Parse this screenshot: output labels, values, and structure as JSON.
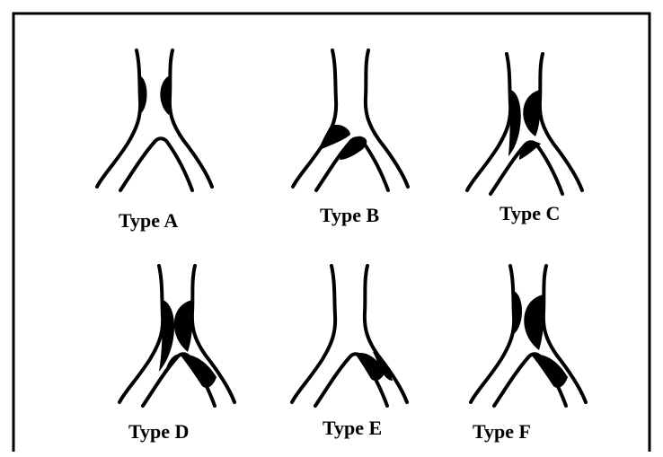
{
  "diagram": {
    "colors": {
      "ink": "#000000",
      "background": "#ffffff"
    },
    "panels": [
      {
        "label": "Type A"
      },
      {
        "label": "Type B"
      },
      {
        "label": "Type C"
      },
      {
        "label": "Type D"
      },
      {
        "label": "Type E"
      },
      {
        "label": "Type F"
      }
    ]
  }
}
